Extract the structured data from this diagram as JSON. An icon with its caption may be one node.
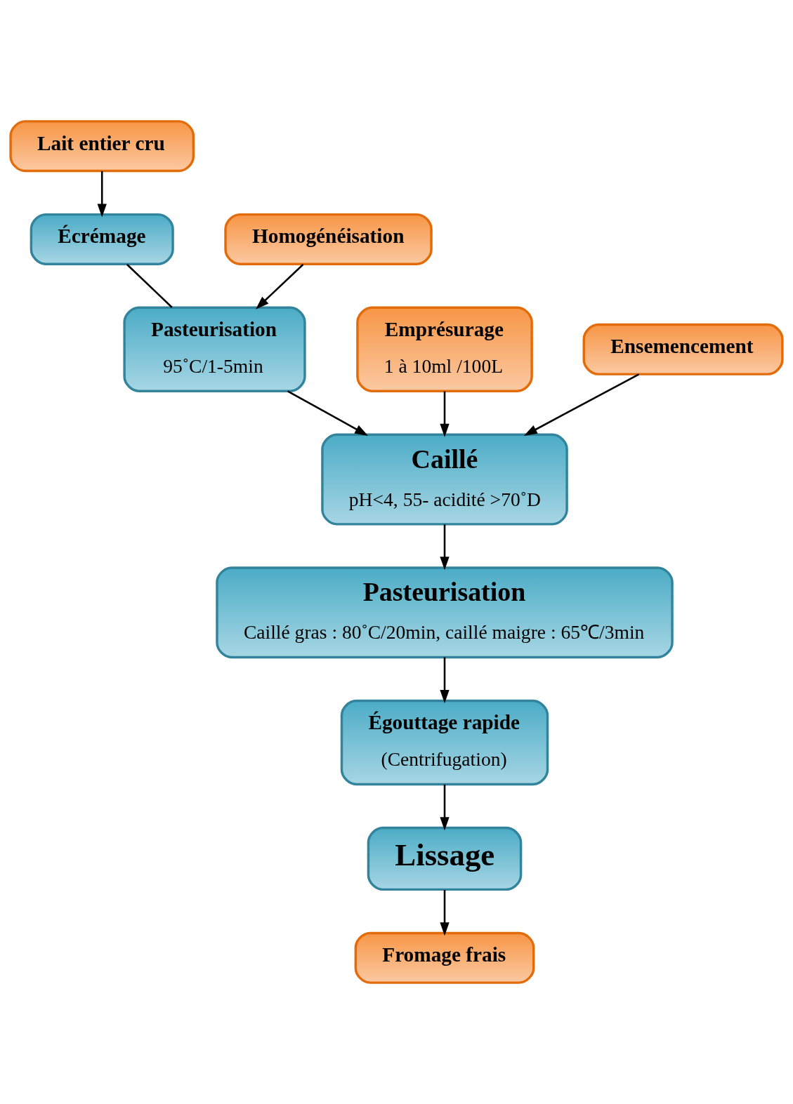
{
  "diagram": {
    "nodes": [
      {
        "text": [
          "Lait entier cru"
        ]
      },
      {
        "text": [
          "Écrémage"
        ]
      },
      {
        "text": [
          "Homogénéisation"
        ]
      },
      {
        "text": [
          "Pasteurisation",
          "95˚C/1-5min"
        ]
      },
      {
        "text": [
          "Emprésurage",
          "1 à 10ml /100L"
        ]
      },
      {
        "text": [
          "Ensemencement"
        ]
      },
      {
        "text": [
          "Caillé",
          "pH<4, 55- acidité >70˚D"
        ]
      },
      {
        "text": [
          "Pasteurisation",
          "Caillé gras : 80˚C/20min, caillé maigre : 65℃/3min"
        ]
      },
      {
        "text": [
          "Égouttage rapide",
          "(Centrifugation)"
        ]
      },
      {
        "text": [
          "Lissage"
        ]
      },
      {
        "text": [
          "Fromage frais"
        ]
      }
    ],
    "edges": [
      {
        "from": 0,
        "to": 1,
        "arrow": "to"
      },
      {
        "from": 1,
        "to": 3,
        "arrow": "none"
      },
      {
        "from": 2,
        "to": 3,
        "arrow": "to"
      },
      {
        "from": 3,
        "to": 6,
        "arrow": "to"
      },
      {
        "from": 4,
        "to": 6,
        "arrow": "to"
      },
      {
        "from": 5,
        "to": 6,
        "arrow": "to"
      },
      {
        "from": 6,
        "to": 7,
        "arrow": "to"
      },
      {
        "from": 7,
        "to": 8,
        "arrow": "to"
      },
      {
        "from": 8,
        "to": 9,
        "arrow": "to"
      },
      {
        "from": 9,
        "to": 10,
        "arrow": "to"
      }
    ]
  }
}
